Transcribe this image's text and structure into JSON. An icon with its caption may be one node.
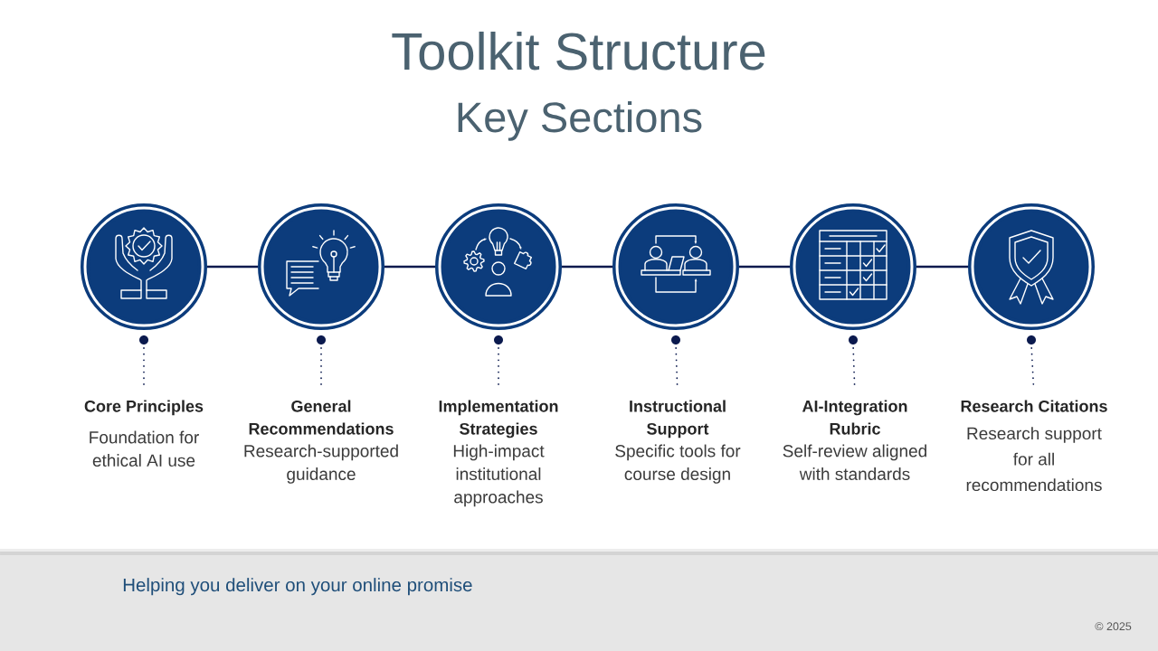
{
  "diagram": {
    "title": "Toolkit Structure",
    "nodes": [
      {
        "text": [],
        "shape": "circle"
      },
      {
        "text": [],
        "shape": "circle"
      },
      {
        "text": [],
        "shape": "circle"
      },
      {
        "text": [],
        "shape": "circle"
      },
      {
        "text": [],
        "shape": "circle"
      },
      {
        "text": [],
        "shape": "circle"
      },
      {
        "text": [],
        "shape": "circle"
      },
      {
        "text": [],
        "shape": "circle"
      },
      {
        "text": [],
        "shape": "circle"
      },
      {
        "text": [],
        "shape": "circle"
      },
      {
        "text": [],
        "shape": "circle"
      },
      {
        "text": [],
        "shape": "circle"
      },
      {
        "text": [
          "Core Principles",
          "Foundation for ethical AI use"
        ]
      },
      {
        "text": [
          "General Recommendations",
          "Research-supported guidance"
        ]
      },
      {
        "text": [
          "Implementation Strategies",
          "High-impact institutional approaches"
        ]
      },
      {
        "text": [
          "Instructional Support",
          "Specific tools for course design"
        ]
      },
      {
        "text": [
          "AI-Integration Rubric",
          "Self-review aligned with standards"
        ]
      },
      {
        "text": [
          "Research Citations",
          "Research support for all recommendations"
        ]
      }
    ],
    "edges": [
      {
        "from": 0,
        "to": 1,
        "arrow": "none"
      },
      {
        "from": 1,
        "to": 2,
        "arrow": "none"
      },
      {
        "from": 2,
        "to": 3,
        "arrow": "none"
      },
      {
        "from": 3,
        "to": 4,
        "arrow": "none"
      },
      {
        "from": 4,
        "to": 5,
        "arrow": "none"
      },
      {
        "from": 6,
        "to": 12,
        "arrow": "none",
        "style": "dashed"
      },
      {
        "from": 7,
        "to": 13,
        "arrow": "none",
        "style": "dashed"
      },
      {
        "from": 8,
        "to": 14,
        "arrow": "none",
        "style": "dashed"
      },
      {
        "from": 9,
        "to": 15,
        "arrow": "none",
        "style": "dashed"
      },
      {
        "from": 10,
        "to": 16,
        "arrow": "none",
        "style": "dashed"
      },
      {
        "from": 11,
        "to": 17,
        "arrow": "none",
        "style": "dashed"
      }
    ],
    "labels": [
      "Key Sections",
      "Helping you deliver on your online promise",
      "© 2025"
    ]
  }
}
